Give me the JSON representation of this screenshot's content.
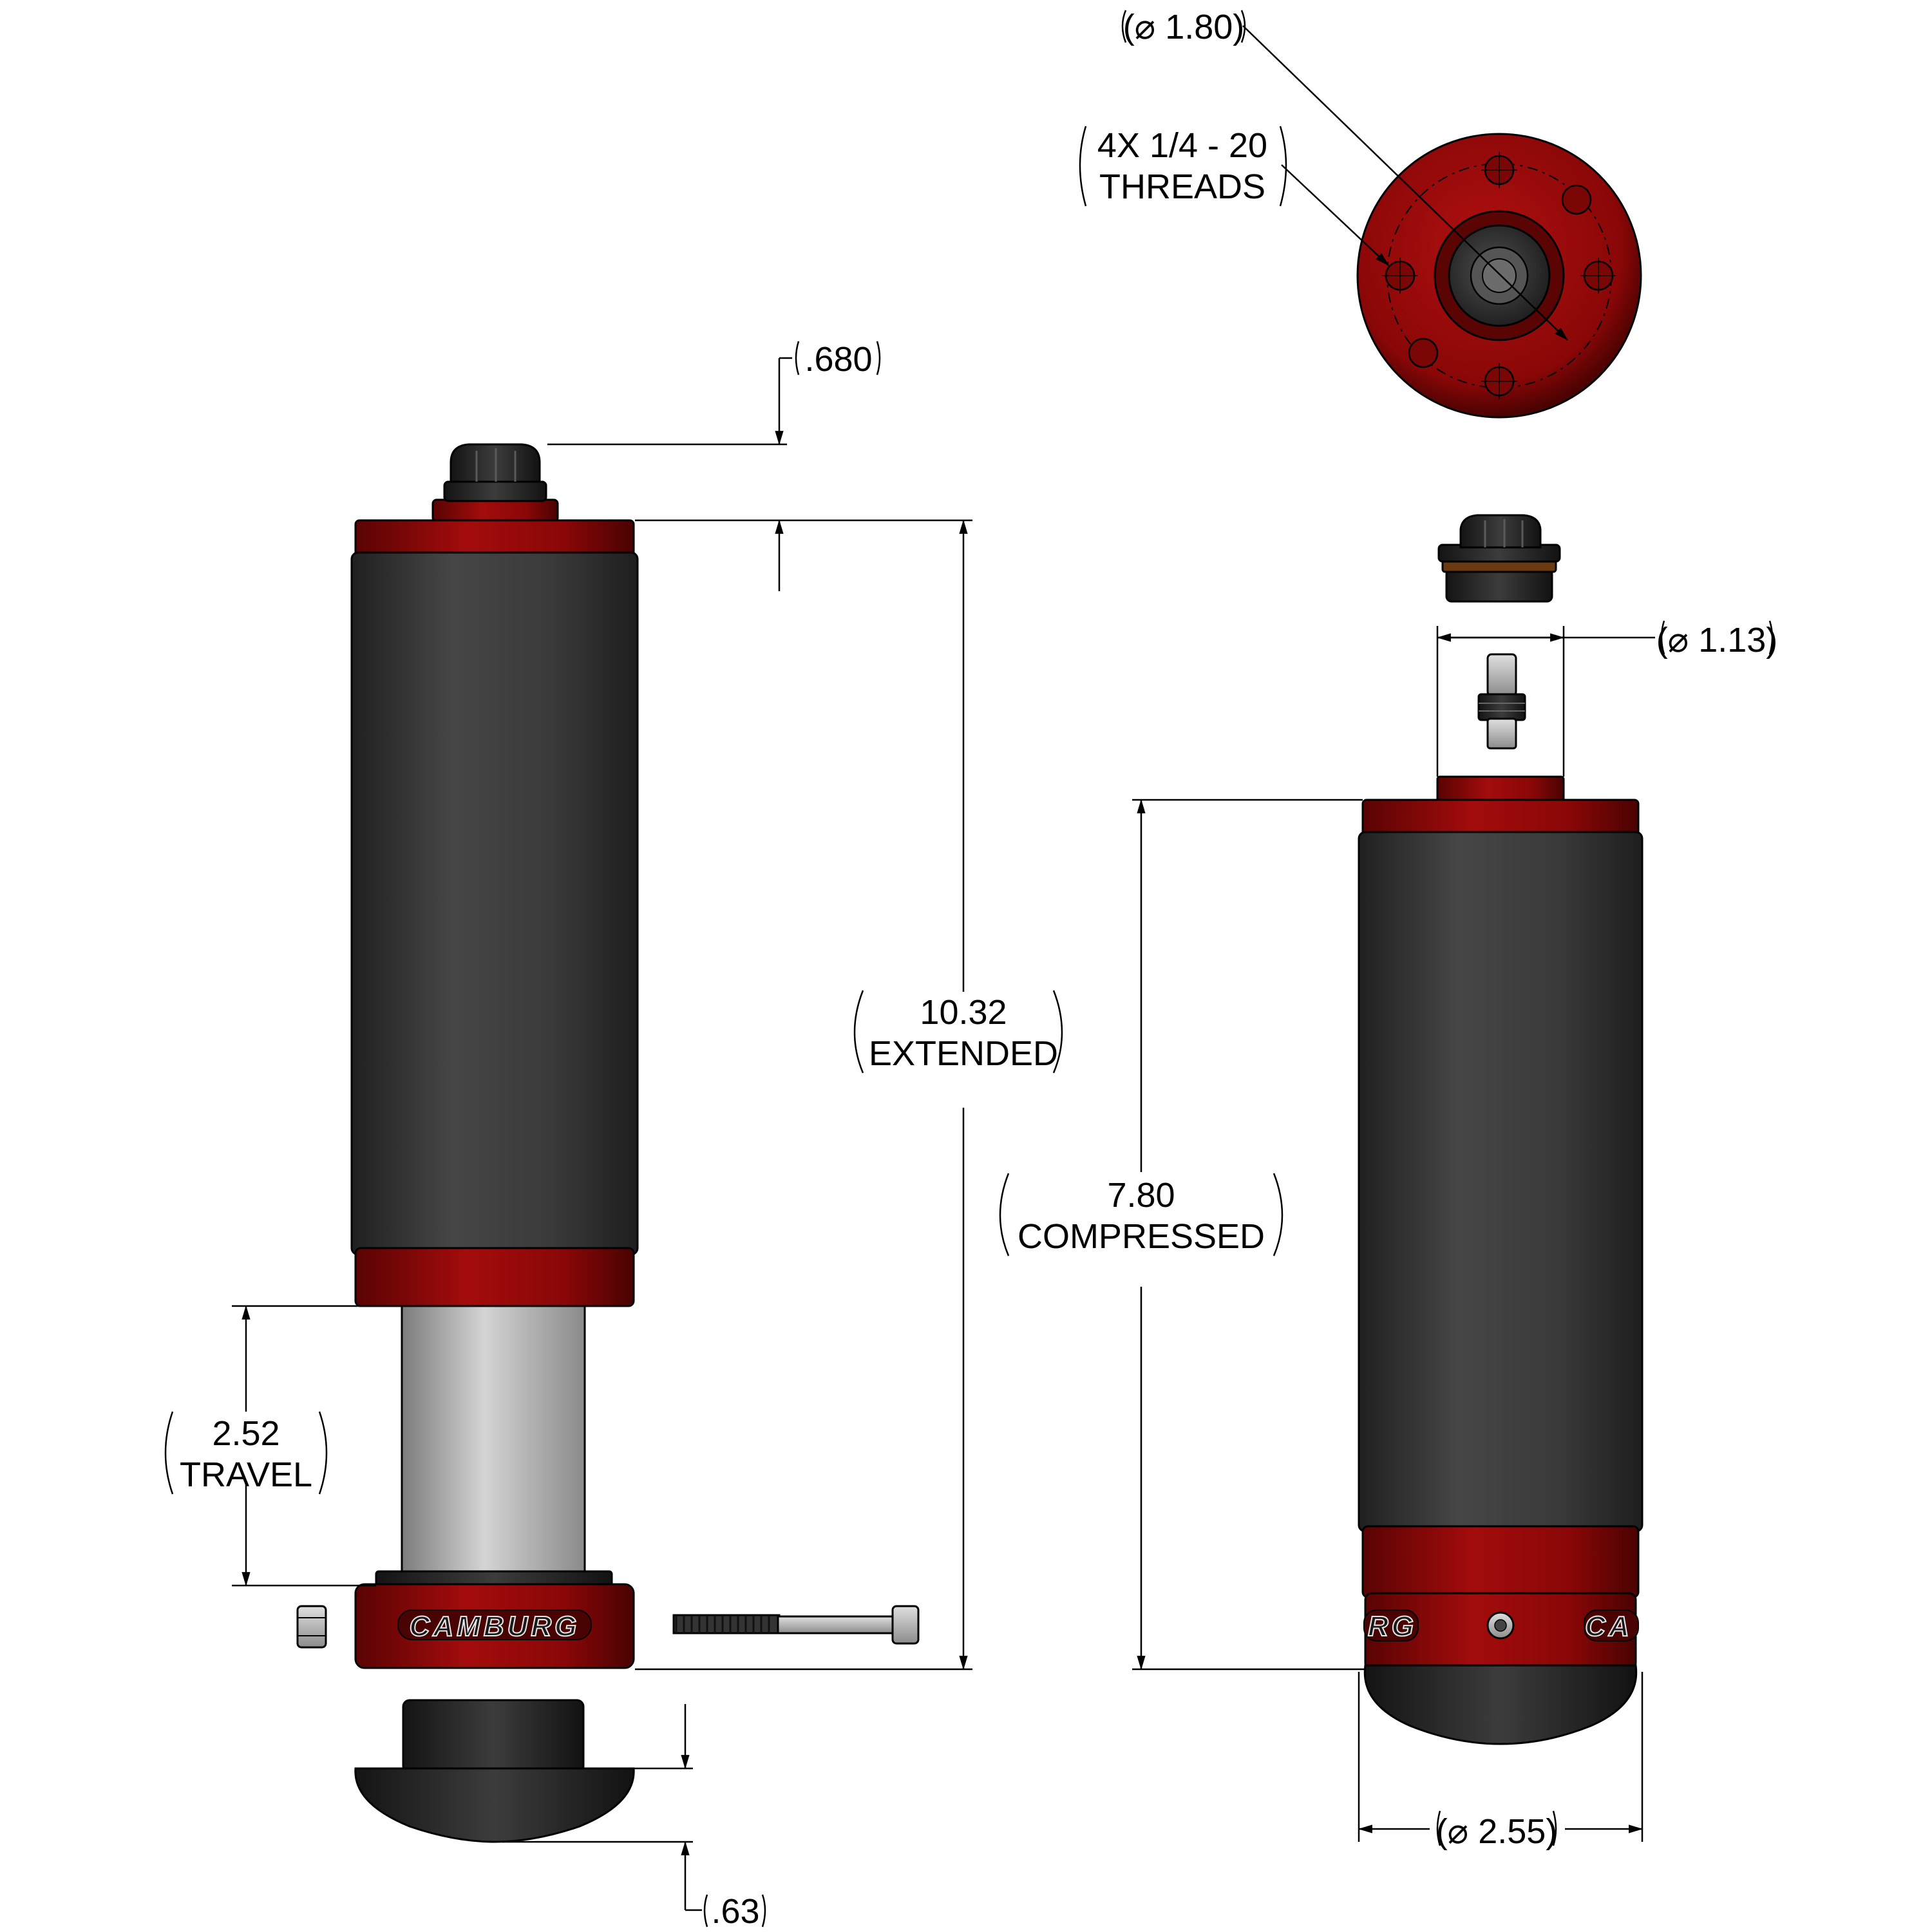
{
  "dimensions": {
    "top_dia": "(⌀ 1.80)",
    "threads_line1": "4X 1/4 - 20",
    "threads_line2": "THREADS",
    "cap_height": ".680",
    "extended_value": "10.32",
    "extended_label": "EXTENDED",
    "compressed_value": "7.80",
    "compressed_label": "COMPRESSED",
    "travel_value": "2.52",
    "travel_label": "TRAVEL",
    "pin_dia": "(⌀ 1.13)",
    "body_dia": "(⌀ 2.55)",
    "bumper_height": ".63"
  },
  "logo": {
    "brand": "CAMBURG",
    "left_fragment": "RG",
    "right_fragment": "CA"
  },
  "colors": {
    "anodized_red": "#9b0a0a",
    "body_black": "#3a3a3a",
    "shaft_silver": "#bdbdbd",
    "line_black": "#000000"
  }
}
